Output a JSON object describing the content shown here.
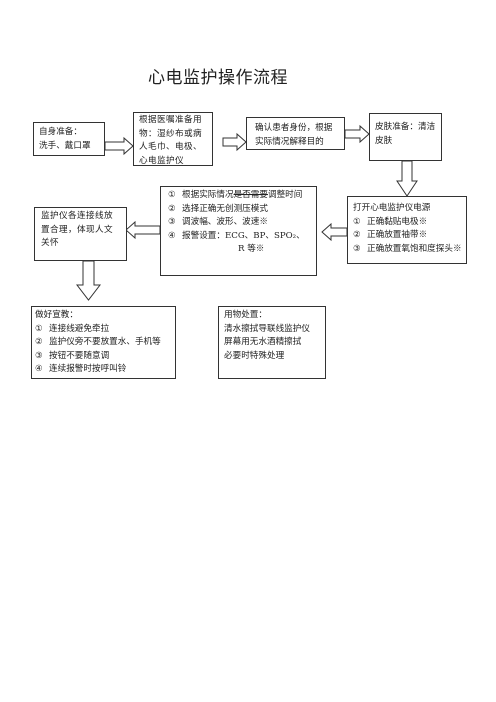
{
  "title": "心电监护操作流程",
  "boxes": {
    "self_prep": {
      "title": "自身准备：",
      "text": "洗手、戴口罩"
    },
    "materials": {
      "text": "根据医嘱准备用物：湿纱布或病人毛巾、电极、心电监护仪"
    },
    "confirm_patient": {
      "text": "确认患者身份，根据实际情况解释目的"
    },
    "skin_prep": {
      "text": "皮肤准备：清洁皮肤"
    },
    "power_on": {
      "title": "打开心电监护仪电源",
      "items": [
        {
          "num": "①",
          "text": "正确黏贴电极※"
        },
        {
          "num": "②",
          "text": "正确放置袖带※"
        },
        {
          "num": "③",
          "text": "正确放置氧饱和度探头※"
        }
      ]
    },
    "settings": {
      "items": [
        {
          "num": "①",
          "pre": "根据实际情况",
          "strike": "是否需要",
          "post": "调整时间"
        },
        {
          "num": "②",
          "pre": "选择正确无创测压模式",
          "strike": "",
          "post": ""
        },
        {
          "num": "③",
          "pre": "调波幅、波形、波速※",
          "strike": "",
          "post": ""
        },
        {
          "num": "④",
          "pre": "报警设置：ECG、BP、SPO₂、",
          "strike": "",
          "post": ""
        }
      ],
      "tail": "R 等※"
    },
    "connect_monitor": {
      "text": "监护仪各连接线放置合理，体现人文关怀"
    },
    "education": {
      "title": "做好宣教：",
      "items": [
        {
          "num": "①",
          "text": "连接线避免牵拉"
        },
        {
          "num": "②",
          "text": "监护仪旁不要放置水、手机等"
        },
        {
          "num": "③",
          "text": "按钮不要随意调"
        },
        {
          "num": "④",
          "text": "连续报警时按呼叫铃"
        }
      ]
    },
    "disposal": {
      "title": "用物处置：",
      "lines": [
        "清水擦拭导联线监护仪",
        "屏幕用无水酒精擦拭",
        "必要时特殊处理"
      ]
    }
  }
}
